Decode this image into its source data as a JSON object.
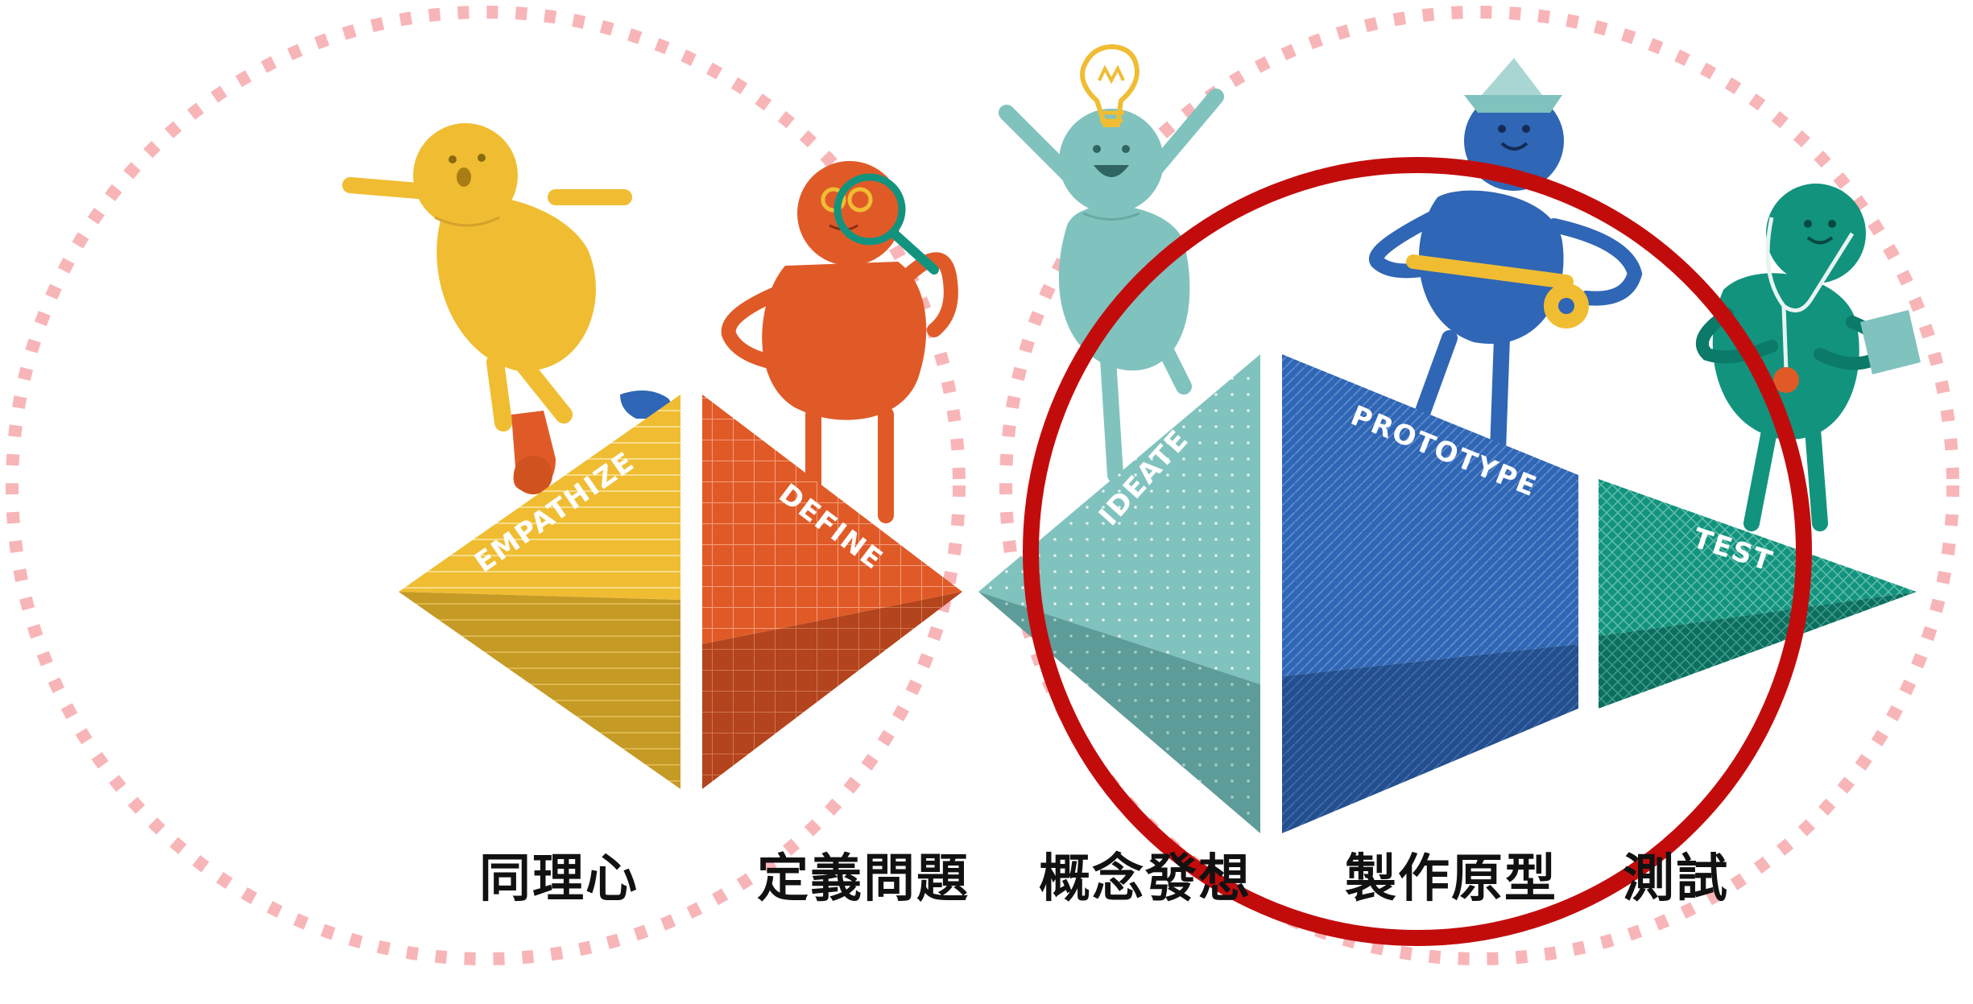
{
  "stages": [
    {
      "en": "EMPATHIZE",
      "zh": "同理心",
      "color": "#F0BD32"
    },
    {
      "en": "DEFINE",
      "zh": "定義問題",
      "color": "#E05A28"
    },
    {
      "en": "IDEATE",
      "zh": "概念發想",
      "color": "#80C2BE"
    },
    {
      "en": "PROTOTYPE",
      "zh": "製作原型",
      "color": "#2F66B5"
    },
    {
      "en": "TEST",
      "zh": "測試",
      "color": "#12937E"
    }
  ],
  "colors": {
    "dotted_circle": "#F8B5B8",
    "highlight_circle": "#C20C0C"
  },
  "icons": [
    "lightbulb-icon",
    "magnifier-icon",
    "paper-hat-icon",
    "stethoscope-icon",
    "tape-measure-icon"
  ]
}
